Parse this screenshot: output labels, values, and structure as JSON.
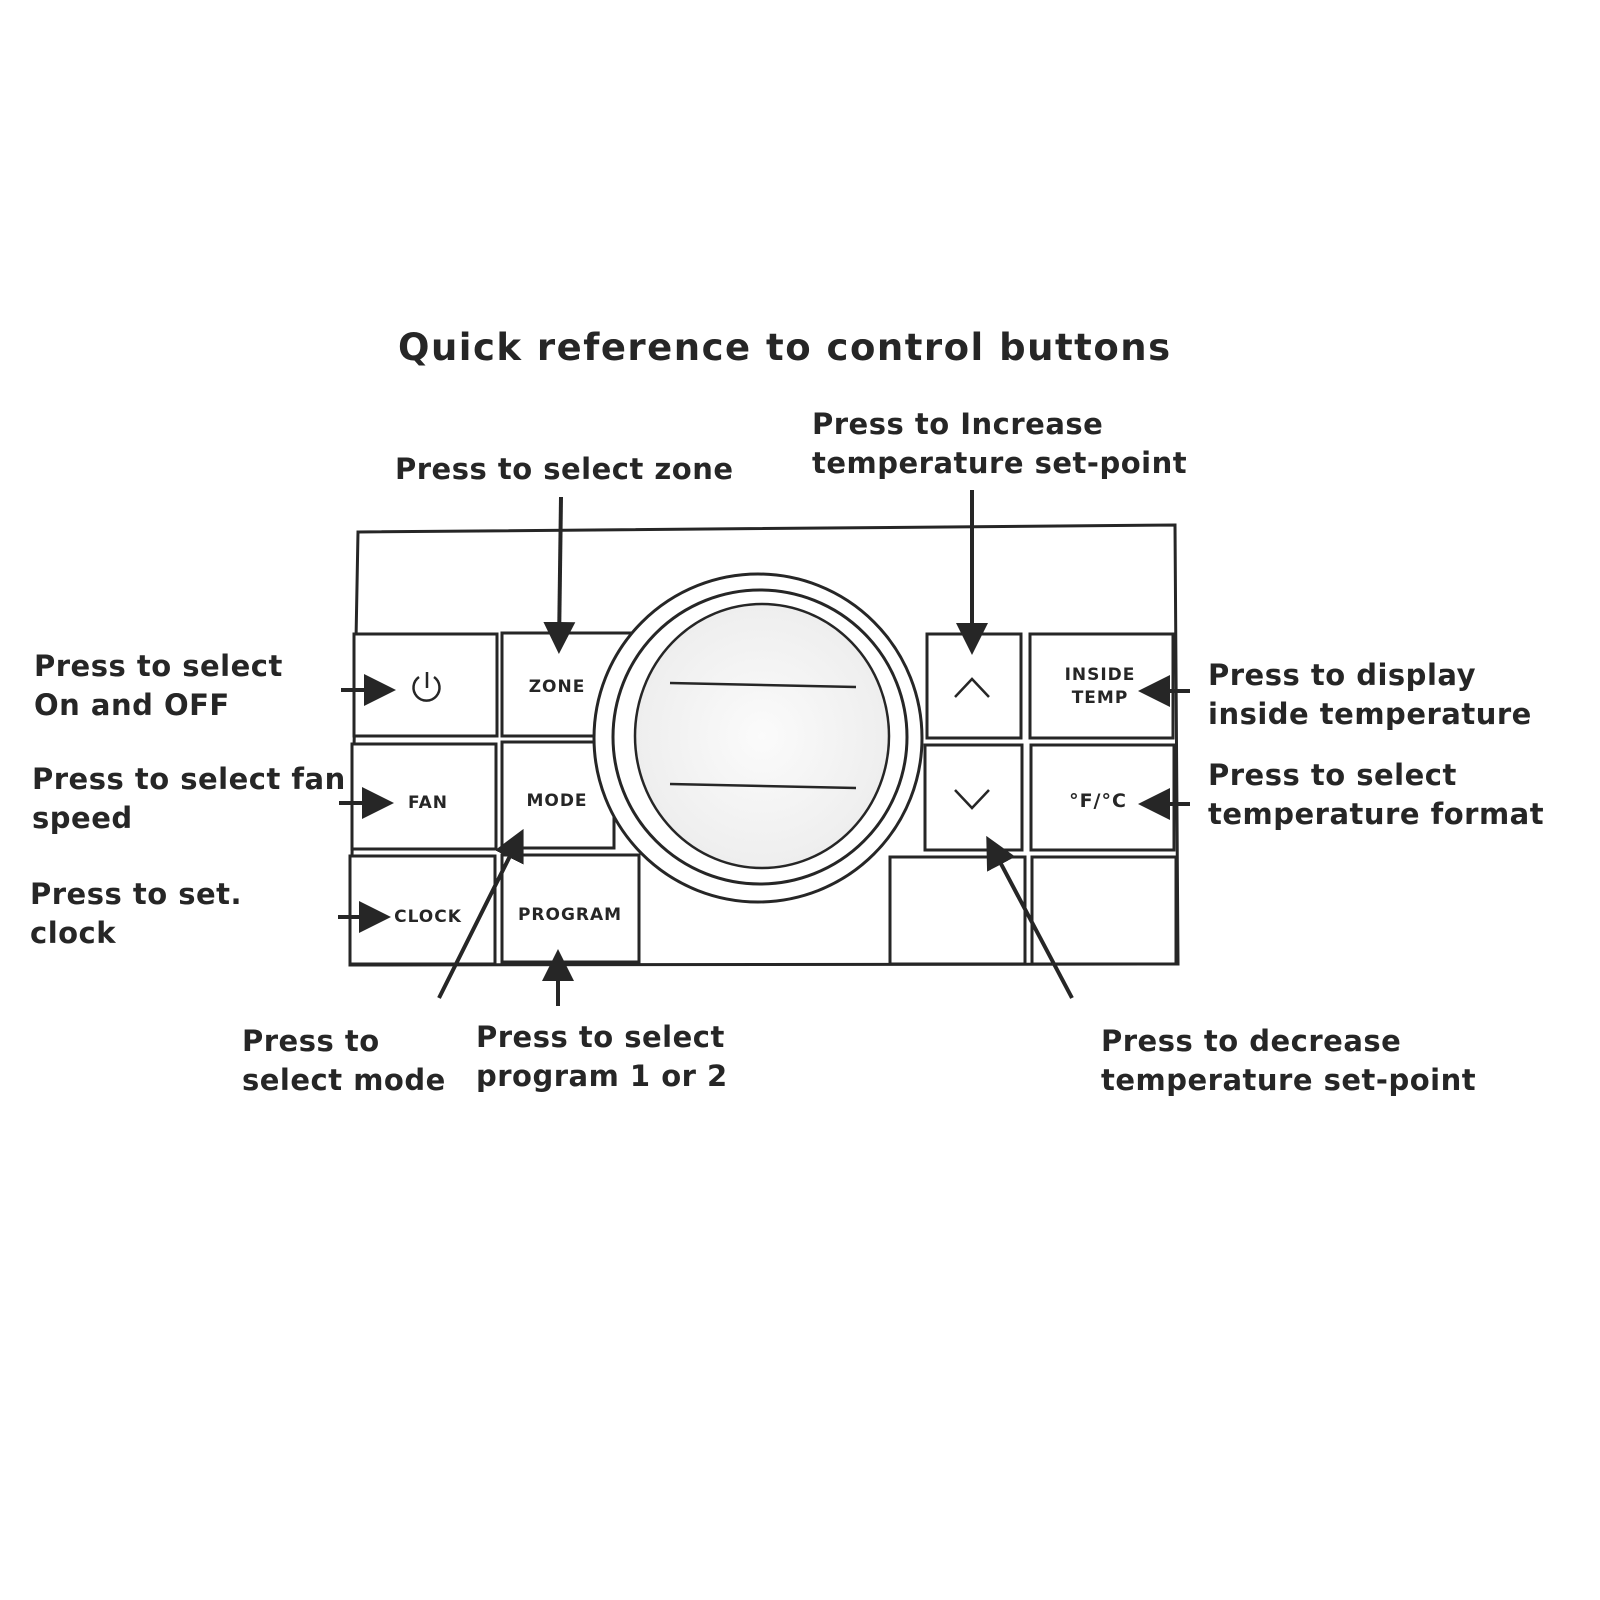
{
  "title": "Quick reference to control buttons",
  "buttons": {
    "power": "",
    "zone": "ZONE",
    "fan": "FAN",
    "mode": "MODE",
    "clock": "CLOCK",
    "program": "PROGRAM",
    "up": "",
    "down": "",
    "inside_temp_line1": "INSIDE",
    "inside_temp_line2": "TEMP",
    "temp_format": "°F/°C"
  },
  "icons": {
    "power": "power-icon",
    "up": "chevron-up-icon",
    "down": "chevron-down-icon"
  },
  "callouts": {
    "zone": [
      "Press to select zone"
    ],
    "increase": [
      "Press to Increase",
      "temperature set-point"
    ],
    "power": [
      "Press to select",
      "On and OFF"
    ],
    "fan": [
      "Press to select fan",
      "speed"
    ],
    "clock": [
      "Press to set.",
      "clock"
    ],
    "mode": [
      "Press to",
      "select mode"
    ],
    "program": [
      "Press to select",
      "program 1 or 2"
    ],
    "inside_temp": [
      "Press to display",
      "inside temperature"
    ],
    "temp_format": [
      "Press to select",
      "temperature format"
    ],
    "decrease": [
      "Press to decrease",
      "temperature set-point"
    ]
  }
}
